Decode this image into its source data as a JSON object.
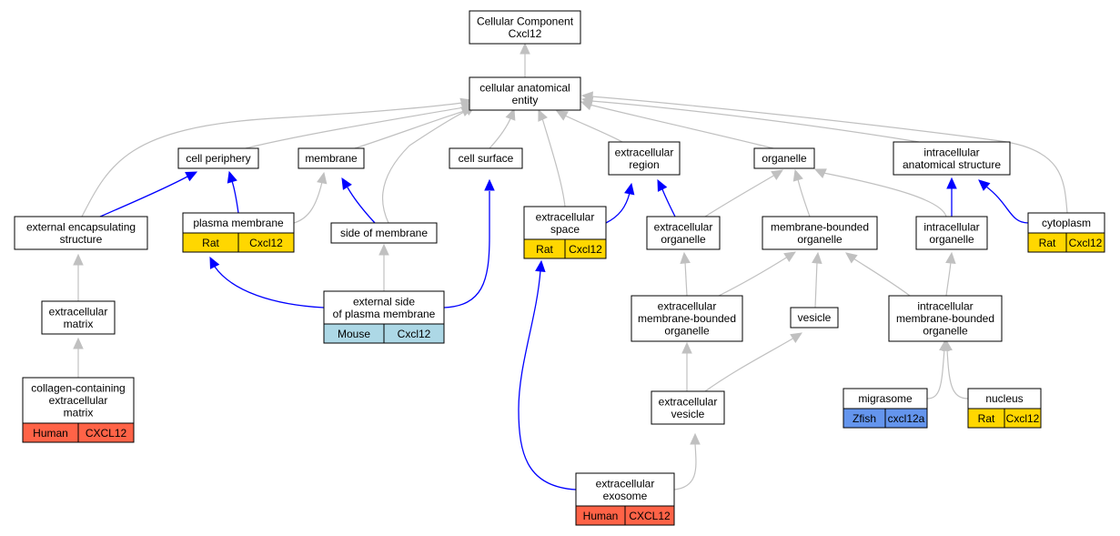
{
  "colors": {
    "rat": "#ffd700",
    "mouse": "#add8e6",
    "human": "#ff6347",
    "zfish": "#6495ed",
    "edge_is_a": "#c0c0c0",
    "edge_part_of": "#0000ff"
  },
  "nodes": [
    {
      "id": "root",
      "lines": [
        "Cellular Component",
        "Cxcl12"
      ]
    },
    {
      "id": "cae",
      "lines": [
        "cellular anatomical",
        "entity"
      ]
    },
    {
      "id": "cellper",
      "lines": [
        "cell periphery"
      ]
    },
    {
      "id": "membrane",
      "lines": [
        "membrane"
      ]
    },
    {
      "id": "cellsurf",
      "lines": [
        "cell surface"
      ]
    },
    {
      "id": "extreg",
      "lines": [
        "extracellular",
        "region"
      ]
    },
    {
      "id": "organelle",
      "lines": [
        "organelle"
      ]
    },
    {
      "id": "iastruct",
      "lines": [
        "intracellular",
        "anatomical structure"
      ]
    },
    {
      "id": "extencap",
      "lines": [
        "external encapsulating",
        "structure"
      ]
    },
    {
      "id": "plasmamem",
      "lines": [
        "plasma membrane"
      ],
      "annot": {
        "species": "Rat",
        "gene": "Cxcl12",
        "color": "rat"
      }
    },
    {
      "id": "sidemem",
      "lines": [
        "side of membrane"
      ]
    },
    {
      "id": "extspace",
      "lines": [
        "extracellular",
        "space"
      ],
      "annot": {
        "species": "Rat",
        "gene": "Cxcl12",
        "color": "rat"
      }
    },
    {
      "id": "extorg",
      "lines": [
        "extracellular",
        "organelle"
      ]
    },
    {
      "id": "mbo",
      "lines": [
        "membrane-bounded",
        "organelle"
      ]
    },
    {
      "id": "intorg",
      "lines": [
        "intracellular",
        "organelle"
      ]
    },
    {
      "id": "cytoplasm",
      "lines": [
        "cytoplasm"
      ],
      "annot": {
        "species": "Rat",
        "gene": "Cxcl12",
        "color": "rat"
      }
    },
    {
      "id": "extmatrix",
      "lines": [
        "extracellular",
        "matrix"
      ]
    },
    {
      "id": "extsidepm",
      "lines": [
        "external side",
        "of plasma membrane"
      ],
      "annot": {
        "species": "Mouse",
        "gene": "Cxcl12",
        "color": "mouse"
      }
    },
    {
      "id": "embo",
      "lines": [
        "extracellular",
        "membrane-bounded",
        "organelle"
      ]
    },
    {
      "id": "vesicle",
      "lines": [
        "vesicle"
      ]
    },
    {
      "id": "imbo",
      "lines": [
        "intracellular",
        "membrane-bounded",
        "organelle"
      ]
    },
    {
      "id": "collagen",
      "lines": [
        "collagen-containing",
        "extracellular",
        "matrix"
      ],
      "annot": {
        "species": "Human",
        "gene": "CXCL12",
        "color": "human"
      }
    },
    {
      "id": "extves",
      "lines": [
        "extracellular",
        "vesicle"
      ]
    },
    {
      "id": "migrasome",
      "lines": [
        "migrasome"
      ],
      "annot": {
        "species": "Zfish",
        "gene": "cxcl12a",
        "color": "zfish"
      }
    },
    {
      "id": "nucleus",
      "lines": [
        "nucleus"
      ],
      "annot": {
        "species": "Rat",
        "gene": "Cxcl12",
        "color": "rat"
      }
    },
    {
      "id": "exosome",
      "lines": [
        "extracellular",
        "exosome"
      ],
      "annot": {
        "species": "Human",
        "gene": "CXCL12",
        "color": "human"
      }
    }
  ],
  "edges": [
    {
      "from": "cae",
      "to": "root",
      "kind": "is_a"
    },
    {
      "from": "cellper",
      "to": "cae",
      "kind": "is_a"
    },
    {
      "from": "membrane",
      "to": "cae",
      "kind": "is_a"
    },
    {
      "from": "cellsurf",
      "to": "cae",
      "kind": "is_a"
    },
    {
      "from": "extreg",
      "to": "cae",
      "kind": "is_a"
    },
    {
      "from": "organelle",
      "to": "cae",
      "kind": "is_a"
    },
    {
      "from": "iastruct",
      "to": "cae",
      "kind": "is_a"
    },
    {
      "from": "extencap",
      "to": "cae",
      "kind": "is_a"
    },
    {
      "from": "sidemem",
      "to": "cae",
      "kind": "is_a"
    },
    {
      "from": "extspace",
      "to": "cae",
      "kind": "is_a"
    },
    {
      "from": "cytoplasm",
      "to": "cae",
      "kind": "is_a"
    },
    {
      "from": "extencap",
      "to": "cellper",
      "kind": "part_of"
    },
    {
      "from": "plasmamem",
      "to": "cellper",
      "kind": "part_of"
    },
    {
      "from": "plasmamem",
      "to": "membrane",
      "kind": "is_a"
    },
    {
      "from": "sidemem",
      "to": "membrane",
      "kind": "part_of"
    },
    {
      "from": "extsidepm",
      "to": "cellsurf",
      "kind": "part_of"
    },
    {
      "from": "extspace",
      "to": "extreg",
      "kind": "part_of"
    },
    {
      "from": "extorg",
      "to": "extreg",
      "kind": "part_of"
    },
    {
      "from": "extorg",
      "to": "organelle",
      "kind": "is_a"
    },
    {
      "from": "mbo",
      "to": "organelle",
      "kind": "is_a"
    },
    {
      "from": "intorg",
      "to": "organelle",
      "kind": "is_a"
    },
    {
      "from": "intorg",
      "to": "iastruct",
      "kind": "part_of"
    },
    {
      "from": "cytoplasm",
      "to": "iastruct",
      "kind": "part_of"
    },
    {
      "from": "extmatrix",
      "to": "extencap",
      "kind": "is_a"
    },
    {
      "from": "collagen",
      "to": "extmatrix",
      "kind": "is_a"
    },
    {
      "from": "extsidepm",
      "to": "plasmamem",
      "kind": "part_of"
    },
    {
      "from": "extsidepm",
      "to": "sidemem",
      "kind": "is_a"
    },
    {
      "from": "exosome",
      "to": "extspace",
      "kind": "part_of"
    },
    {
      "from": "embo",
      "to": "extorg",
      "kind": "is_a"
    },
    {
      "from": "embo",
      "to": "mbo",
      "kind": "is_a"
    },
    {
      "from": "vesicle",
      "to": "mbo",
      "kind": "is_a"
    },
    {
      "from": "imbo",
      "to": "mbo",
      "kind": "is_a"
    },
    {
      "from": "imbo",
      "to": "intorg",
      "kind": "is_a"
    },
    {
      "from": "extves",
      "to": "embo",
      "kind": "is_a"
    },
    {
      "from": "extves",
      "to": "vesicle",
      "kind": "is_a"
    },
    {
      "from": "migrasome",
      "to": "imbo",
      "kind": "is_a"
    },
    {
      "from": "nucleus",
      "to": "imbo",
      "kind": "is_a"
    },
    {
      "from": "exosome",
      "to": "extves",
      "kind": "is_a"
    }
  ]
}
